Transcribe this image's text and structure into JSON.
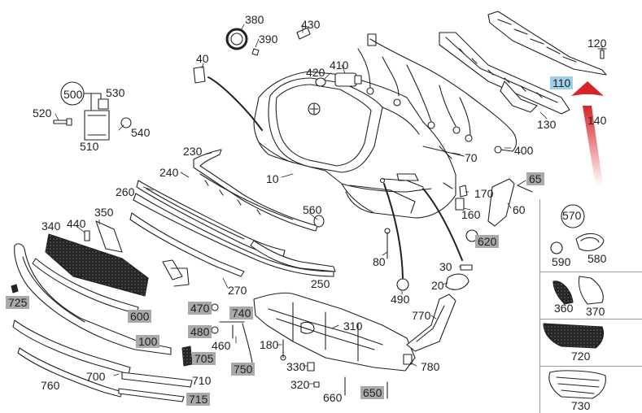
{
  "diagram": {
    "callouts": [
      {
        "id": "380",
        "label": "380",
        "style": "plain"
      },
      {
        "id": "430",
        "label": "430",
        "style": "plain"
      },
      {
        "id": "390",
        "label": "390",
        "style": "plain"
      },
      {
        "id": "40",
        "label": "40",
        "style": "plain"
      },
      {
        "id": "420",
        "label": "420",
        "style": "plain"
      },
      {
        "id": "410",
        "label": "410",
        "style": "plain"
      },
      {
        "id": "120",
        "label": "120",
        "style": "plain"
      },
      {
        "id": "110",
        "label": "110",
        "style": "blue"
      },
      {
        "id": "500",
        "label": "500",
        "style": "plain"
      },
      {
        "id": "530",
        "label": "530",
        "style": "plain"
      },
      {
        "id": "520",
        "label": "520",
        "style": "plain"
      },
      {
        "id": "540",
        "label": "540",
        "style": "plain"
      },
      {
        "id": "510",
        "label": "510",
        "style": "plain"
      },
      {
        "id": "130",
        "label": "130",
        "style": "plain"
      },
      {
        "id": "140",
        "label": "140",
        "style": "plain"
      },
      {
        "id": "400",
        "label": "400",
        "style": "plain"
      },
      {
        "id": "70",
        "label": "70",
        "style": "plain"
      },
      {
        "id": "230",
        "label": "230",
        "style": "plain"
      },
      {
        "id": "240",
        "label": "240",
        "style": "plain"
      },
      {
        "id": "10",
        "label": "10",
        "style": "plain"
      },
      {
        "id": "260",
        "label": "260",
        "style": "plain"
      },
      {
        "id": "65",
        "label": "65",
        "style": "gray"
      },
      {
        "id": "170",
        "label": "170",
        "style": "plain"
      },
      {
        "id": "560",
        "label": "560",
        "style": "plain"
      },
      {
        "id": "160",
        "label": "160",
        "style": "plain"
      },
      {
        "id": "60",
        "label": "60",
        "style": "plain"
      },
      {
        "id": "340",
        "label": "340",
        "style": "plain"
      },
      {
        "id": "440",
        "label": "440",
        "style": "plain"
      },
      {
        "id": "350",
        "label": "350",
        "style": "plain"
      },
      {
        "id": "570",
        "label": "570",
        "style": "plain"
      },
      {
        "id": "620",
        "label": "620",
        "style": "gray"
      },
      {
        "id": "590",
        "label": "590",
        "style": "plain"
      },
      {
        "id": "580",
        "label": "580",
        "style": "plain"
      },
      {
        "id": "80",
        "label": "80",
        "style": "plain"
      },
      {
        "id": "250",
        "label": "250",
        "style": "plain"
      },
      {
        "id": "30",
        "label": "30",
        "style": "plain"
      },
      {
        "id": "20",
        "label": "20",
        "style": "plain"
      },
      {
        "id": "270",
        "label": "270",
        "style": "plain"
      },
      {
        "id": "490",
        "label": "490",
        "style": "plain"
      },
      {
        "id": "360",
        "label": "360",
        "style": "plain"
      },
      {
        "id": "370",
        "label": "370",
        "style": "plain"
      },
      {
        "id": "725",
        "label": "725",
        "style": "gray"
      },
      {
        "id": "600",
        "label": "600",
        "style": "gray"
      },
      {
        "id": "470",
        "label": "470",
        "style": "gray"
      },
      {
        "id": "740",
        "label": "740",
        "style": "gray"
      },
      {
        "id": "770",
        "label": "770",
        "style": "plain"
      },
      {
        "id": "310",
        "label": "310",
        "style": "plain"
      },
      {
        "id": "480",
        "label": "480",
        "style": "gray"
      },
      {
        "id": "100",
        "label": "100",
        "style": "gray"
      },
      {
        "id": "460",
        "label": "460",
        "style": "plain"
      },
      {
        "id": "180",
        "label": "180",
        "style": "plain"
      },
      {
        "id": "720",
        "label": "720",
        "style": "plain"
      },
      {
        "id": "705",
        "label": "705",
        "style": "gray"
      },
      {
        "id": "750",
        "label": "750",
        "style": "gray"
      },
      {
        "id": "330",
        "label": "330",
        "style": "plain"
      },
      {
        "id": "780",
        "label": "780",
        "style": "plain"
      },
      {
        "id": "700",
        "label": "700",
        "style": "plain"
      },
      {
        "id": "710",
        "label": "710",
        "style": "plain"
      },
      {
        "id": "760",
        "label": "760",
        "style": "plain"
      },
      {
        "id": "320",
        "label": "320",
        "style": "plain"
      },
      {
        "id": "650",
        "label": "650",
        "style": "gray"
      },
      {
        "id": "660",
        "label": "660",
        "style": "plain"
      },
      {
        "id": "715",
        "label": "715",
        "style": "gray"
      },
      {
        "id": "730",
        "label": "730",
        "style": "plain"
      }
    ],
    "colors": {
      "line": "#222222",
      "highlight_gray": "#a9a9a9",
      "highlight_blue": "#9fd0e8",
      "arrow_red": "#d8232a"
    }
  }
}
